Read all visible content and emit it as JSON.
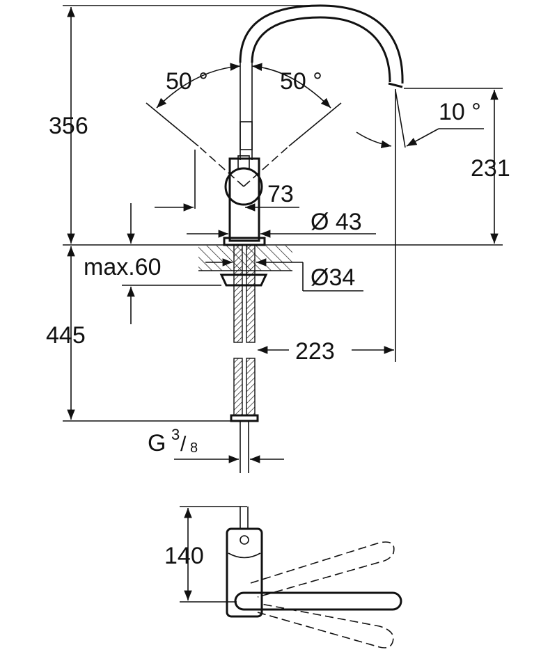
{
  "drawing": {
    "labels": {
      "height_total": "356",
      "spout_height": "231",
      "swivel_left": "50 °",
      "swivel_right": "50 °",
      "spout_angle": "10 °",
      "handle_dim": "73",
      "body_diameter": "Ø 43",
      "max_thickness": "max.60",
      "hole_diameter": "Ø34",
      "hose_length": "445",
      "reach": "223",
      "connection_main": "G",
      "connection_num": "3",
      "connection_den": "8",
      "top_view_depth": "140"
    },
    "colors": {
      "line": "#111111",
      "background": "#ffffff"
    }
  }
}
